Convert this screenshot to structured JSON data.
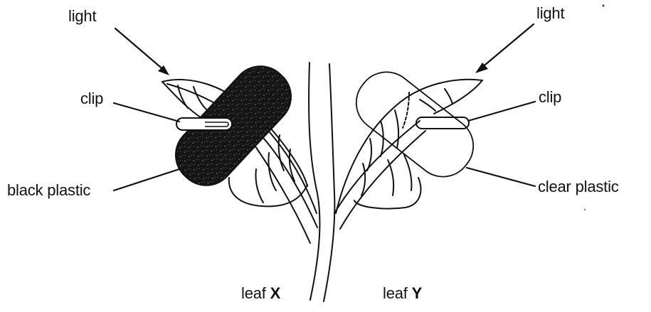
{
  "labels": {
    "light_left": "light",
    "light_right": "light",
    "clip_left": "clip",
    "clip_right": "clip",
    "black_plastic": "black plastic",
    "clear_plastic": "clear plastic"
  },
  "captions": {
    "leaf_x_word": "leaf",
    "leaf_x_letter": "X",
    "leaf_y_word": "leaf",
    "leaf_y_letter": "Y"
  },
  "colors": {
    "ink": "#111111",
    "background": "#ffffff",
    "black_plastic_fill": "#151515"
  }
}
